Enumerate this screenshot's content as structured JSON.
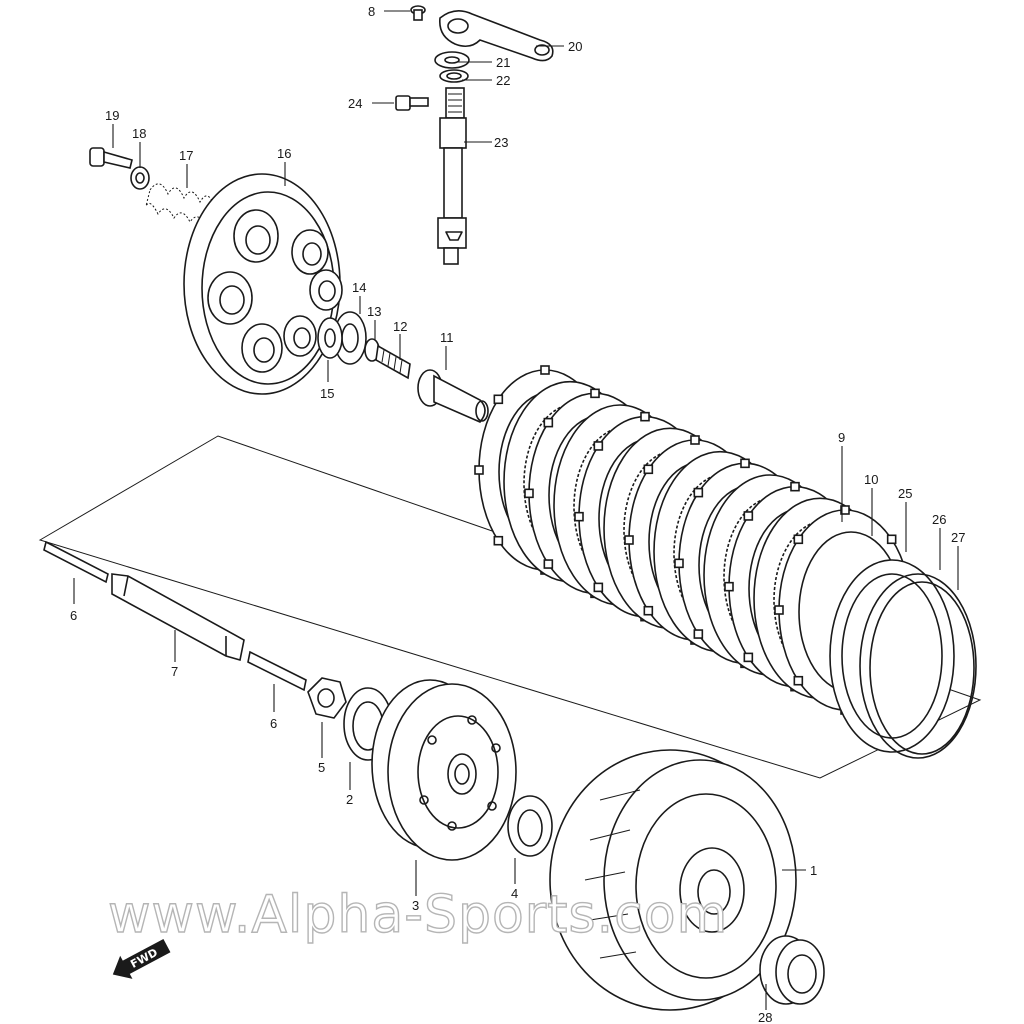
{
  "callouts": [
    {
      "id": "1",
      "text": "1"
    },
    {
      "id": "2",
      "text": "2"
    },
    {
      "id": "3",
      "text": "3"
    },
    {
      "id": "4",
      "text": "4"
    },
    {
      "id": "5",
      "text": "5"
    },
    {
      "id": "6a",
      "text": "6"
    },
    {
      "id": "6b",
      "text": "6"
    },
    {
      "id": "7",
      "text": "7"
    },
    {
      "id": "8",
      "text": "8"
    },
    {
      "id": "9",
      "text": "9"
    },
    {
      "id": "10",
      "text": "10"
    },
    {
      "id": "11",
      "text": "11"
    },
    {
      "id": "12",
      "text": "12"
    },
    {
      "id": "13",
      "text": "13"
    },
    {
      "id": "14",
      "text": "14"
    },
    {
      "id": "15",
      "text": "15"
    },
    {
      "id": "16",
      "text": "16"
    },
    {
      "id": "17",
      "text": "17"
    },
    {
      "id": "18",
      "text": "18"
    },
    {
      "id": "19",
      "text": "19"
    },
    {
      "id": "20",
      "text": "20"
    },
    {
      "id": "21",
      "text": "21"
    },
    {
      "id": "22",
      "text": "22"
    },
    {
      "id": "23",
      "text": "23"
    },
    {
      "id": "24",
      "text": "24"
    },
    {
      "id": "25",
      "text": "25"
    },
    {
      "id": "26",
      "text": "26"
    },
    {
      "id": "27",
      "text": "27"
    },
    {
      "id": "28",
      "text": "28"
    }
  ],
  "direction_arrow": {
    "label": "FWD"
  },
  "watermark": {
    "text": "www.Alpha-Sports.com"
  }
}
